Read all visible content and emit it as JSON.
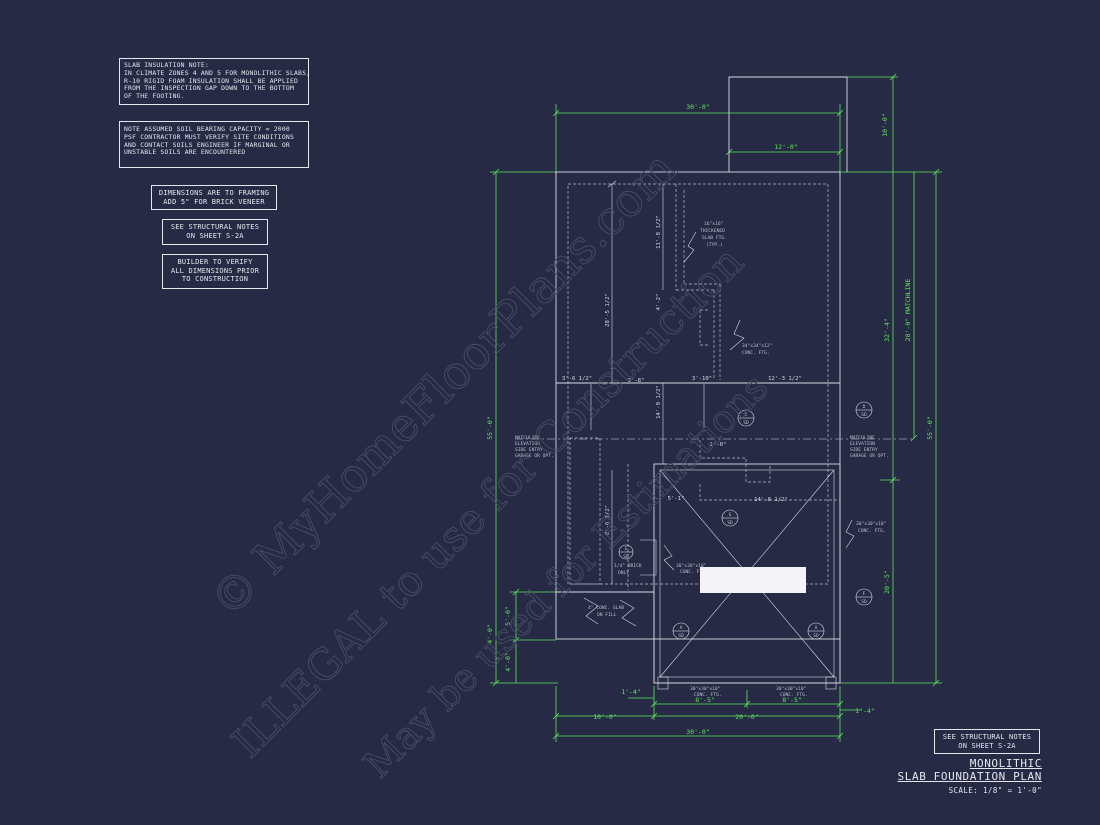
{
  "notes": {
    "slab_insulation": [
      "SLAB INSULATION NOTE:",
      "IN CLIMATE ZONES 4 AND 5 FOR MONOLITHIC SLABS,",
      "R-10 RIGID FOAM INSULATION SHALL BE APPLIED",
      "FROM THE INSPECTION GAP DOWN TO THE BOTTOM",
      "OF THE FOOTING."
    ],
    "soil_bearing": [
      "NOTE ASSUMED SOIL BEARING CAPACITY = 2000",
      "PSF CONTRACTOR MUST VERIFY SITE CONDITIONS",
      "AND CONTACT SOILS ENGINEER IF MARGINAL OR",
      "UNSTABLE SOILS ARE ENCOUNTERED"
    ],
    "dimensions": [
      "DIMENSIONS ARE TO FRAMING",
      "ADD 5\" FOR BRICK VENEER"
    ],
    "structural_left": [
      "SEE STRUCTURAL NOTES",
      "ON SHEET S-2a"
    ],
    "builder_verify": [
      "BUILDER TO VERIFY",
      "ALL DIMENSIONS PRIOR",
      "TO CONSTRUCTION"
    ],
    "structural_right": [
      "SEE STRUCTURAL NOTES",
      "ON SHEET S-2a"
    ]
  },
  "title": {
    "line1": "MONOLITHIC",
    "line2": "SLAB FOUNDATION PLAN",
    "scale": "SCALE: 1/8\" = 1'-0\""
  },
  "dimensions": {
    "top_overall": "30'-0\"",
    "top_bump": "12'-0\"",
    "right_bump": "10'-0\"",
    "left_overall": "55'-0\"",
    "right_overall": "55'-0\"",
    "right_upper": "32'-4\"",
    "right_matchline": "28'-0\" MATCHLINE",
    "right_lower": "20'-5\"",
    "left_small_1": "5'-0\"",
    "left_small_2": "4'-0\"",
    "left_small_3": "4'-0\"",
    "bottom_left": "10'-0\"",
    "bottom_mid": "20'-0\"",
    "bottom_overall": "30'-0\"",
    "bottom_sub_1": "8'-5\"",
    "bottom_sub_2": "8'-5\"",
    "bottom_edge_left": "1'-4\"",
    "bottom_edge_right": "1'-4\"",
    "int_28": "28'-5 1/2\"",
    "int_11": "11'-8 1/2\"",
    "int_4": "4'-2\"",
    "int_14": "14'-9 1/2\"",
    "int_8": "8'-6 1/2\"",
    "int_3a": "3'-6 1/2\"",
    "int_9": "9'-8\"",
    "int_3b": "3'-10\"",
    "int_12": "12'-3 1/2\"",
    "int_1": "1'-0\"",
    "int_14b": "14'-8 1/2\"",
    "int_5": "5'-1\""
  },
  "labels": {
    "thickened": [
      "16\"x16\"",
      "THICKENED",
      "SLAB FTG.",
      "(TYP.)"
    ],
    "conc_ftg_34": [
      "34\"x34\"x12\"",
      "CONC. FTG."
    ],
    "conc_ftg_30a": [
      "30\"x30\"x10\"",
      "CONC. FTG."
    ],
    "conc_ftg_30b": [
      "30\"x30\"x10\"",
      "CONC. FTG."
    ],
    "conc_ftg_30c": [
      "30\"x30\"x10\"",
      "CONC. FTG."
    ],
    "conc_ftg_30d": [
      "30\"x30\"x10\"",
      "CONC. FTG."
    ],
    "brick": [
      "1/4\" BRICK",
      "ONLY"
    ],
    "slab_fill": [
      "4\" CONC. SLAB",
      "ON FILL"
    ],
    "matchline_left": [
      "MATCHLINE",
      "ELEVATION",
      "SIDE ENTRY",
      "GARAGE OR OPT."
    ],
    "matchline_right": [
      "MATCHLINE",
      "ELEVATION",
      "SIDE ENTRY",
      "GARAGE OR OPT."
    ],
    "section_c": "C",
    "section_d": "D",
    "section_g": "G",
    "section_e": "E",
    "section_f": "F",
    "section_a1": "A",
    "section_a2": "A",
    "section_sheet": "SD"
  },
  "watermark": {
    "line1": "© MyHomeFloorPlans.com",
    "line2": "ILLEGAL to use for Construction",
    "line3": "May be used for Estimations"
  },
  "colors": {
    "background": "#262a44",
    "dimension": "#5fe65a",
    "line": "#d9d9e3",
    "text": "#e6e6ee"
  }
}
